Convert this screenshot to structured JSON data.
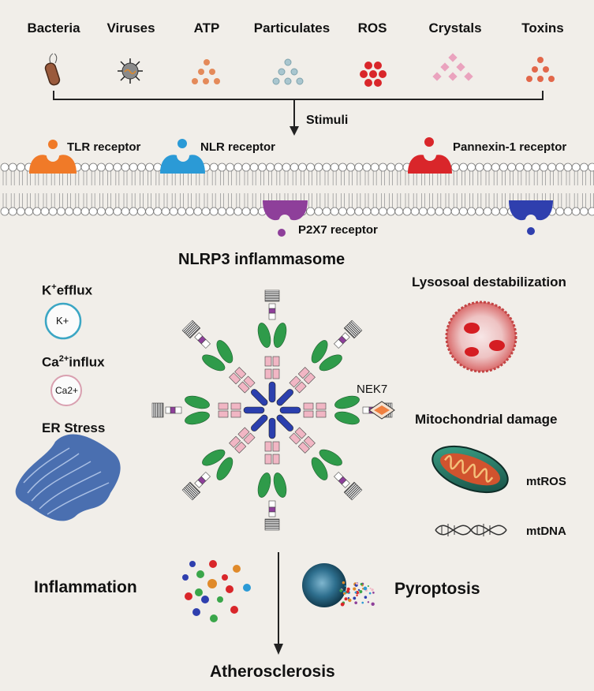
{
  "stimuli": [
    {
      "label": "Bacteria",
      "icon": "bacteria-icon"
    },
    {
      "label": "Viruses",
      "icon": "virus-icon"
    },
    {
      "label": "ATP",
      "icon": "atp-dots-icon"
    },
    {
      "label": "Particulates",
      "icon": "particulates-dots-icon"
    },
    {
      "label": "ROS",
      "icon": "ros-hexagons-icon"
    },
    {
      "label": "Crystals",
      "icon": "crystals-diamonds-icon"
    },
    {
      "label": "Toxins",
      "icon": "toxins-dots-icon"
    }
  ],
  "stimuli_label": "Stimuli",
  "receptors": {
    "tlr": "TLR receptor",
    "nlr": "NLR receptor",
    "pannexin": "Pannexin-1 receptor",
    "p2x7": "P2X7 receptor"
  },
  "inflammasome_title": "NLRP3 inflammasome",
  "left_factors": {
    "k_efflux_base": "K",
    "k_efflux_sup": "+",
    "k_efflux_rest": "efflux",
    "k_circle": "K+",
    "ca_influx_base": "Ca",
    "ca_influx_sup": "2+",
    "ca_influx_rest": "influx",
    "ca_circle": "Ca2+",
    "er_stress": "ER Stress"
  },
  "right_factors": {
    "lysosomal": "Lysosoal destabilization",
    "mitochondrial": "Mitochondrial damage",
    "mtros": "mtROS",
    "mtdna": "mtDNA"
  },
  "nek7": "NEK7",
  "outcomes": {
    "inflammation": "Inflammation",
    "pyroptosis": "Pyroptosis",
    "final": "Atherosclerosis"
  },
  "colors": {
    "background": "#f1eee9",
    "tlr": "#f07a28",
    "nlr": "#2b9ad6",
    "pannexin": "#d9262a",
    "p2x7": "#8e3f9a",
    "blue_receptor": "#2f3fae",
    "nod": "#f1b6c4",
    "lrr": "#2f9b4a",
    "pyd_card": "#2b3fae",
    "asc": "#8e3f9a"
  }
}
